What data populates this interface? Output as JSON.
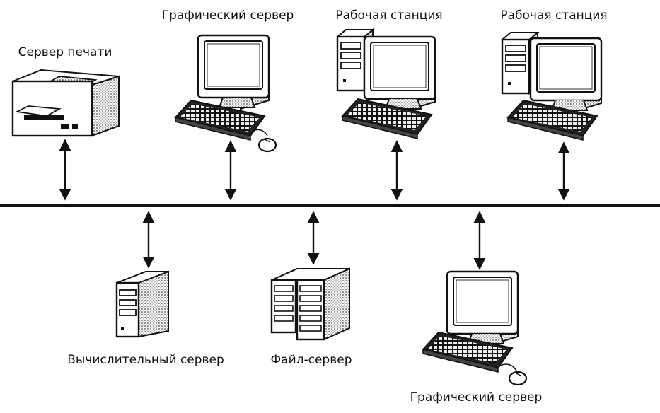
{
  "labels": {
    "print_server": "Сервер печати",
    "graphics_server_top": "Графический сервер",
    "workstation_1": "Рабочая станция",
    "workstation_2": "Рабочая станция",
    "compute_server": "Вычислительный сервер",
    "file_server": "Файл-сервер",
    "graphics_server_bottom": "Графический сервер"
  }
}
